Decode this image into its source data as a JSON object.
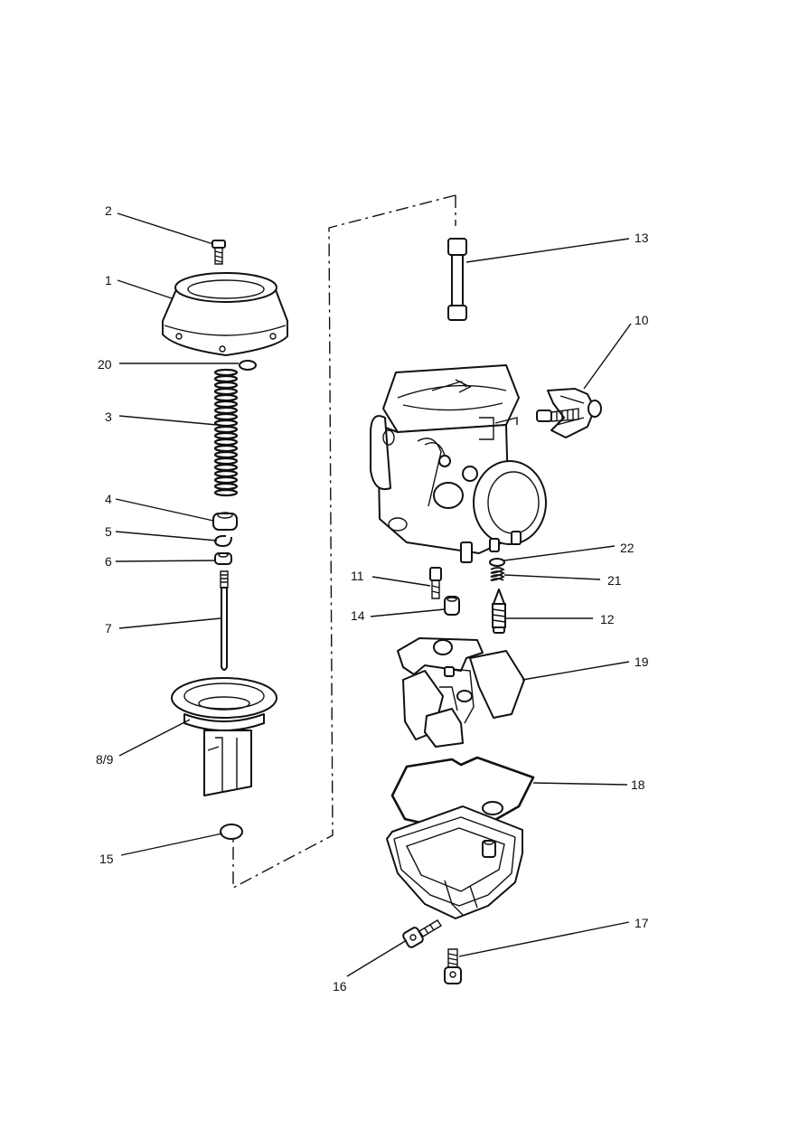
{
  "callouts": {
    "c1": "1",
    "c2": "2",
    "c3": "3",
    "c4": "4",
    "c5": "5",
    "c6": "6",
    "c7": "7",
    "c89": "8/9",
    "c10": "10",
    "c11": "11",
    "c12": "12",
    "c13": "13",
    "c14": "14",
    "c15": "15",
    "c16": "16",
    "c17": "17",
    "c18": "18",
    "c19": "19",
    "c20": "20",
    "c21": "21",
    "c22": "22"
  }
}
